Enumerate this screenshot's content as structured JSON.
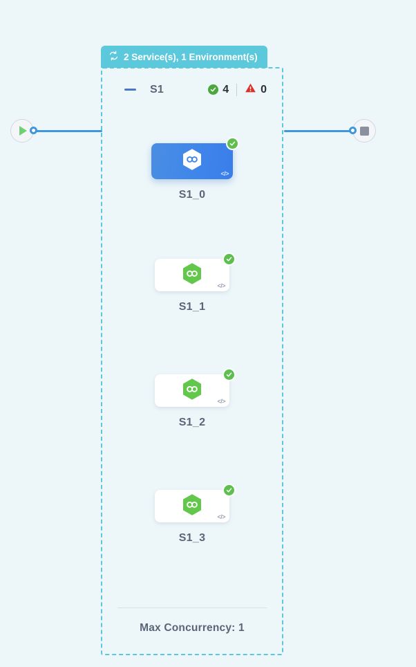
{
  "colors": {
    "canvas_bg": "#edf7fa",
    "group_accent": "#5cc8db",
    "edge": "#3f96dd",
    "selected_card": "#3f86ea",
    "status_ok": "#4aa83d",
    "status_error": "#de2f28",
    "hexagon_green": "#62c74a",
    "text": "#5a6578"
  },
  "group": {
    "header_label": "2 Service(s), 1 Environment(s)",
    "header_icon": "sync-icon",
    "service": {
      "name": "S1",
      "collapse_icon": "minus-icon",
      "counters": {
        "ok_icon": "check-circle-icon",
        "ok_count": "4",
        "error_icon": "warning-triangle-icon",
        "error_count": "0"
      }
    },
    "footer": {
      "concurrency_label": "Max Concurrency: 1"
    }
  },
  "nodes": {
    "start": {
      "icon": "play-icon",
      "name": "start-node"
    },
    "end": {
      "icon": "stop-icon",
      "name": "end-node"
    }
  },
  "cards": [
    {
      "label": "S1_0",
      "selected": true,
      "status": "ok",
      "logo": "hexagon-infinity-icon",
      "code_icon": "code-icon",
      "code_glyph": "</>"
    },
    {
      "label": "S1_1",
      "selected": false,
      "status": "ok",
      "logo": "hexagon-infinity-icon",
      "code_icon": "code-icon",
      "code_glyph": "</>"
    },
    {
      "label": "S1_2",
      "selected": false,
      "status": "ok",
      "logo": "hexagon-infinity-icon",
      "code_icon": "code-icon",
      "code_glyph": "</>"
    },
    {
      "label": "S1_3",
      "selected": false,
      "status": "ok",
      "logo": "hexagon-infinity-icon",
      "code_icon": "code-icon",
      "code_glyph": "</>"
    }
  ]
}
